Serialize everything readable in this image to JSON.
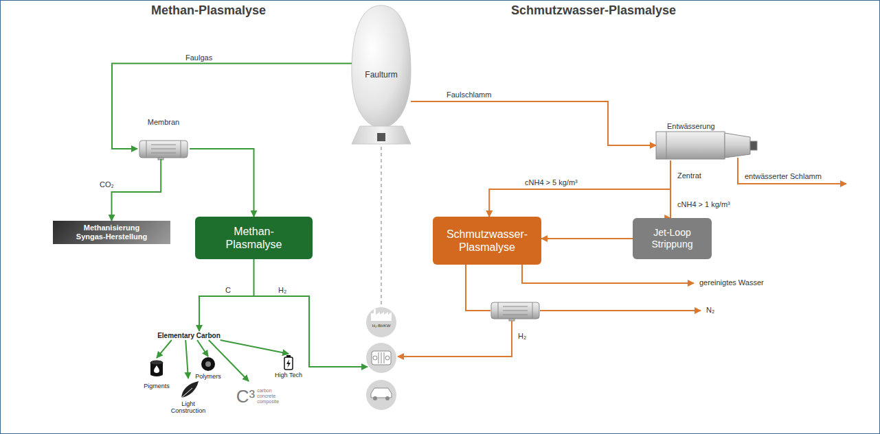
{
  "diagram": {
    "nodes": [
      {
        "text": [
          "Faulturm"
        ]
      },
      {
        "text": [
          "Membran"
        ]
      },
      {
        "text": [
          "Methanisierung Syngas-Herstellung"
        ]
      },
      {
        "text": [
          "Methan-Plasmalyse"
        ]
      },
      {
        "text": [
          "Elementary Carbon"
        ]
      },
      {
        "text": [
          "Pigments"
        ]
      },
      {
        "text": [
          "Light Construction"
        ]
      },
      {
        "text": [
          "Polymers"
        ]
      },
      {
        "text": [
          "C³",
          "carbon concrete composite"
        ]
      },
      {
        "text": [
          "High Tech"
        ]
      },
      {
        "text": [
          "H₂-BHKW"
        ]
      },
      {
        "text": [
          "Entwässerung"
        ]
      },
      {
        "text": [
          "Schmutzwasser-Plasmalyse"
        ]
      },
      {
        "text": [
          "Jet-Loop Strippung"
        ]
      }
    ],
    "edges": [
      {
        "from": 0,
        "to": 1,
        "arrow": "to",
        "label": "Faulgas"
      },
      {
        "from": 1,
        "to": 3,
        "arrow": "to"
      },
      {
        "from": 1,
        "to": 2,
        "arrow": "to",
        "label": "CO₂"
      },
      {
        "from": 3,
        "to": 4,
        "arrow": "to",
        "label": "C"
      },
      {
        "from": 4,
        "to": 5,
        "arrow": "to"
      },
      {
        "from": 4,
        "to": 6,
        "arrow": "to"
      },
      {
        "from": 4,
        "to": 7,
        "arrow": "to"
      },
      {
        "from": 4,
        "to": 8,
        "arrow": "to"
      },
      {
        "from": 4,
        "to": 9,
        "arrow": "to"
      },
      {
        "from": 0,
        "to": 11,
        "arrow": "to",
        "label": "Faulschlamm"
      },
      {
        "from": 11,
        "to": 12,
        "arrow": "to",
        "label": "cNH4 > 5 kg/m³"
      },
      {
        "from": 11,
        "to": 13,
        "arrow": "to",
        "label": "cNH4 > 1 kg/m³"
      },
      {
        "from": 13,
        "to": 12,
        "arrow": "to"
      }
    ],
    "labels": [
      "Methan-Plasmalyse",
      "Schmutzwasser-Plasmalyse",
      "H₂",
      "Zentrat",
      "entwässerter Schlamm",
      "gereinigtes Wasser",
      "N₂",
      "H₂"
    ]
  }
}
